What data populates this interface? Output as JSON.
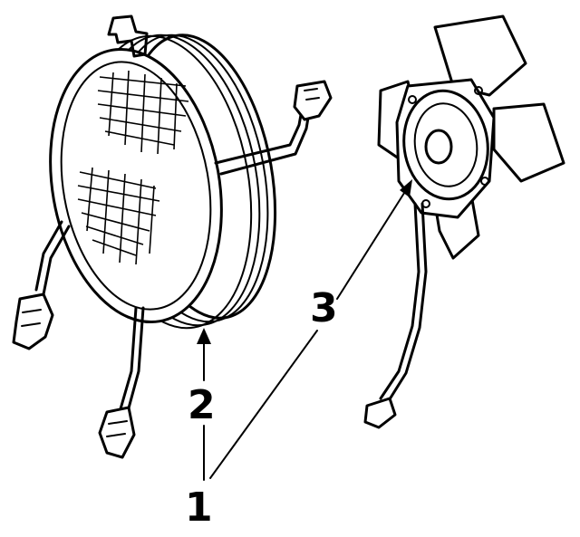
{
  "callouts": {
    "label_1": "1",
    "label_2": "2",
    "label_3": "3"
  },
  "parts": [
    {
      "callout": "1"
    },
    {
      "callout": "2"
    },
    {
      "callout": "3"
    }
  ],
  "colors": {
    "line": "#000000",
    "background": "#ffffff"
  },
  "icons": {
    "shroud": "condenser-fan-shroud-icon",
    "motor": "fan-motor-icon",
    "connector": "wire-connector-icon"
  }
}
